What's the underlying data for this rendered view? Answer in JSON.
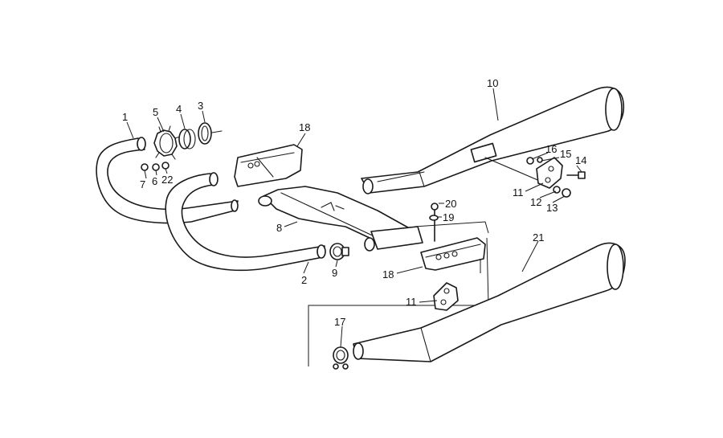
{
  "diagram": {
    "callouts": {
      "c1": "1",
      "c2": "2",
      "c3": "3",
      "c4": "4",
      "c5": "5",
      "c6": "6",
      "c7": "7",
      "c8": "8",
      "c9": "9",
      "c10": "10",
      "c11a": "11",
      "c11b": "11",
      "c12": "12",
      "c13": "13",
      "c14": "14",
      "c15": "15",
      "c16": "16",
      "c17": "17",
      "c18a": "18",
      "c18b": "18",
      "c19": "19",
      "c20": "20",
      "c21": "21",
      "c22": "22"
    }
  }
}
